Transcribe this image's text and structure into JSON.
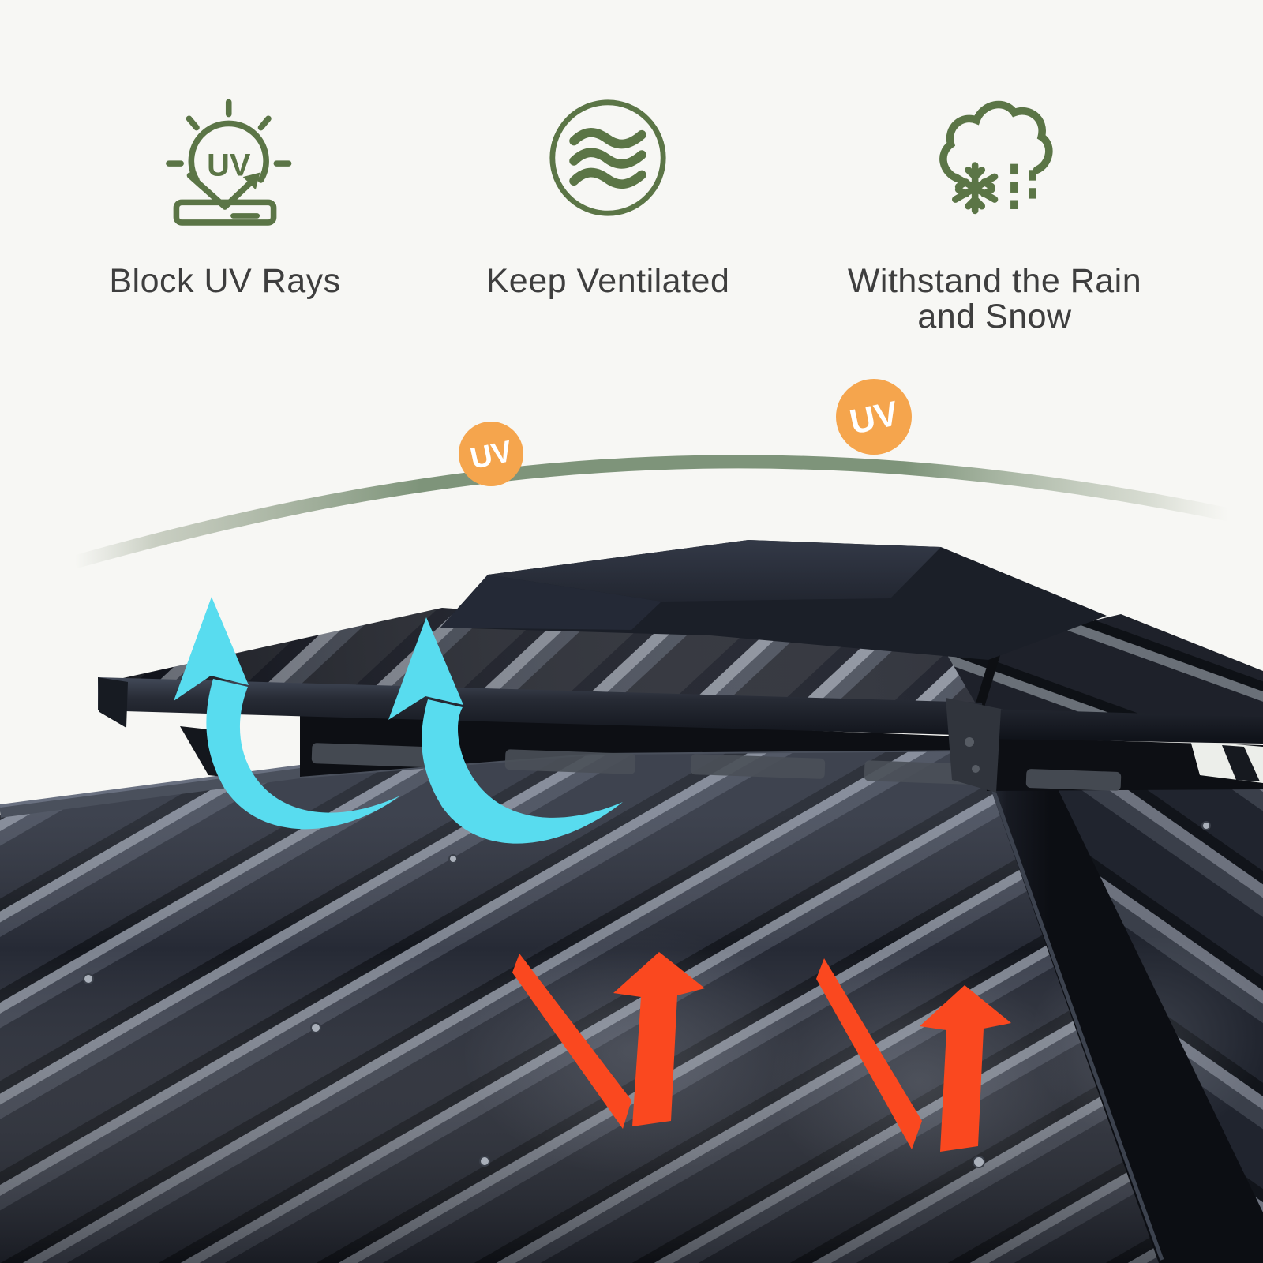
{
  "background_color": "#f7f7f4",
  "features": [
    {
      "icon": "uv-block-icon",
      "label": "Block UV Rays",
      "uv_text": "UV"
    },
    {
      "icon": "ventilation-icon",
      "label": "Keep Ventilated"
    },
    {
      "icon": "rain-snow-icon",
      "label": "Withstand the Rain and Snow",
      "line1": "Withstand the Rain",
      "line2": "and Snow"
    }
  ],
  "diagram": {
    "uv_badges": [
      {
        "text": "UV"
      },
      {
        "text": "UV"
      }
    ],
    "airflow_arrow_count": 2,
    "heat_arrow_count": 2,
    "subject": "double-roof hardtop gazebo ventilation"
  },
  "colors": {
    "icon_green": "#5b7546",
    "label_text": "#3e3e3e",
    "arc_green": "#7e947a",
    "uv_badge_orange": "#f5a54d",
    "airflow_cyan": "#58dcef",
    "heat_orange": "#fa481f",
    "roof_dark": "#23262f"
  }
}
